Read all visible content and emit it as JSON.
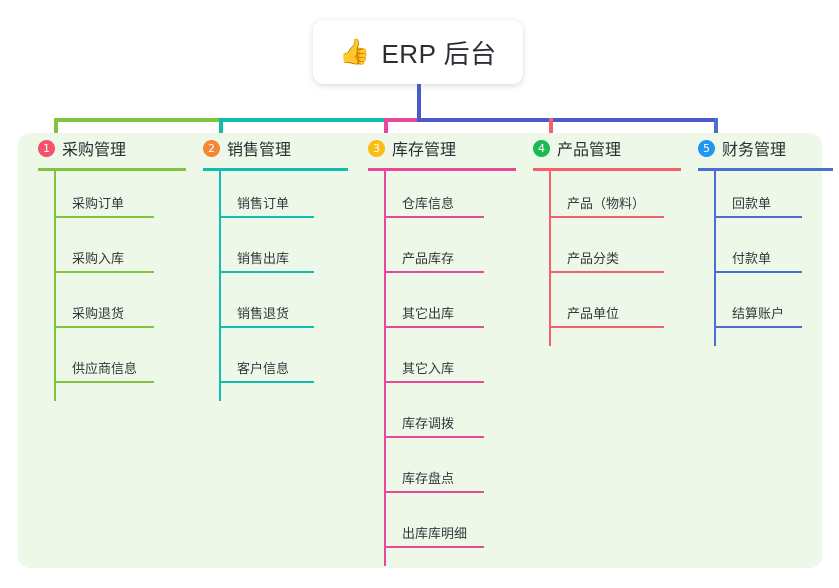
{
  "root": {
    "emoji": "👍",
    "emoji_name": "thumbs-up-icon",
    "title": "ERP 后台"
  },
  "theme": {
    "panel_bg": "#eef8e9",
    "page_bg": "#ffffff",
    "stem_color": "#4a5ac8",
    "text_color": "#2b2f33"
  },
  "columns": [
    {
      "number": "1",
      "title": "采购管理",
      "badge_color": "#f2526a",
      "line_color": "#82c341",
      "items": [
        "采购订单",
        "采购入库",
        "采购退货",
        "供应商信息"
      ]
    },
    {
      "number": "2",
      "title": "销售管理",
      "badge_color": "#f58634",
      "line_color": "#12bdb0",
      "items": [
        "销售订单",
        "销售出库",
        "销售退货",
        "客户信息"
      ]
    },
    {
      "number": "3",
      "title": "库存管理",
      "badge_color": "#fbbc14",
      "line_color": "#e8489c",
      "items": [
        "仓库信息",
        "产品库存",
        "其它出库",
        "其它入库",
        "库存调拨",
        "库存盘点",
        "出库库明细"
      ]
    },
    {
      "number": "4",
      "title": "产品管理",
      "badge_color": "#1db954",
      "line_color": "#f4616a",
      "items": [
        "产品（物料）",
        "产品分类",
        "产品单位"
      ]
    },
    {
      "number": "5",
      "title": "财务管理",
      "badge_color": "#2196f3",
      "line_color": "#4a6fd0",
      "items": [
        "回款单",
        "付款单",
        "结算账户"
      ]
    }
  ]
}
